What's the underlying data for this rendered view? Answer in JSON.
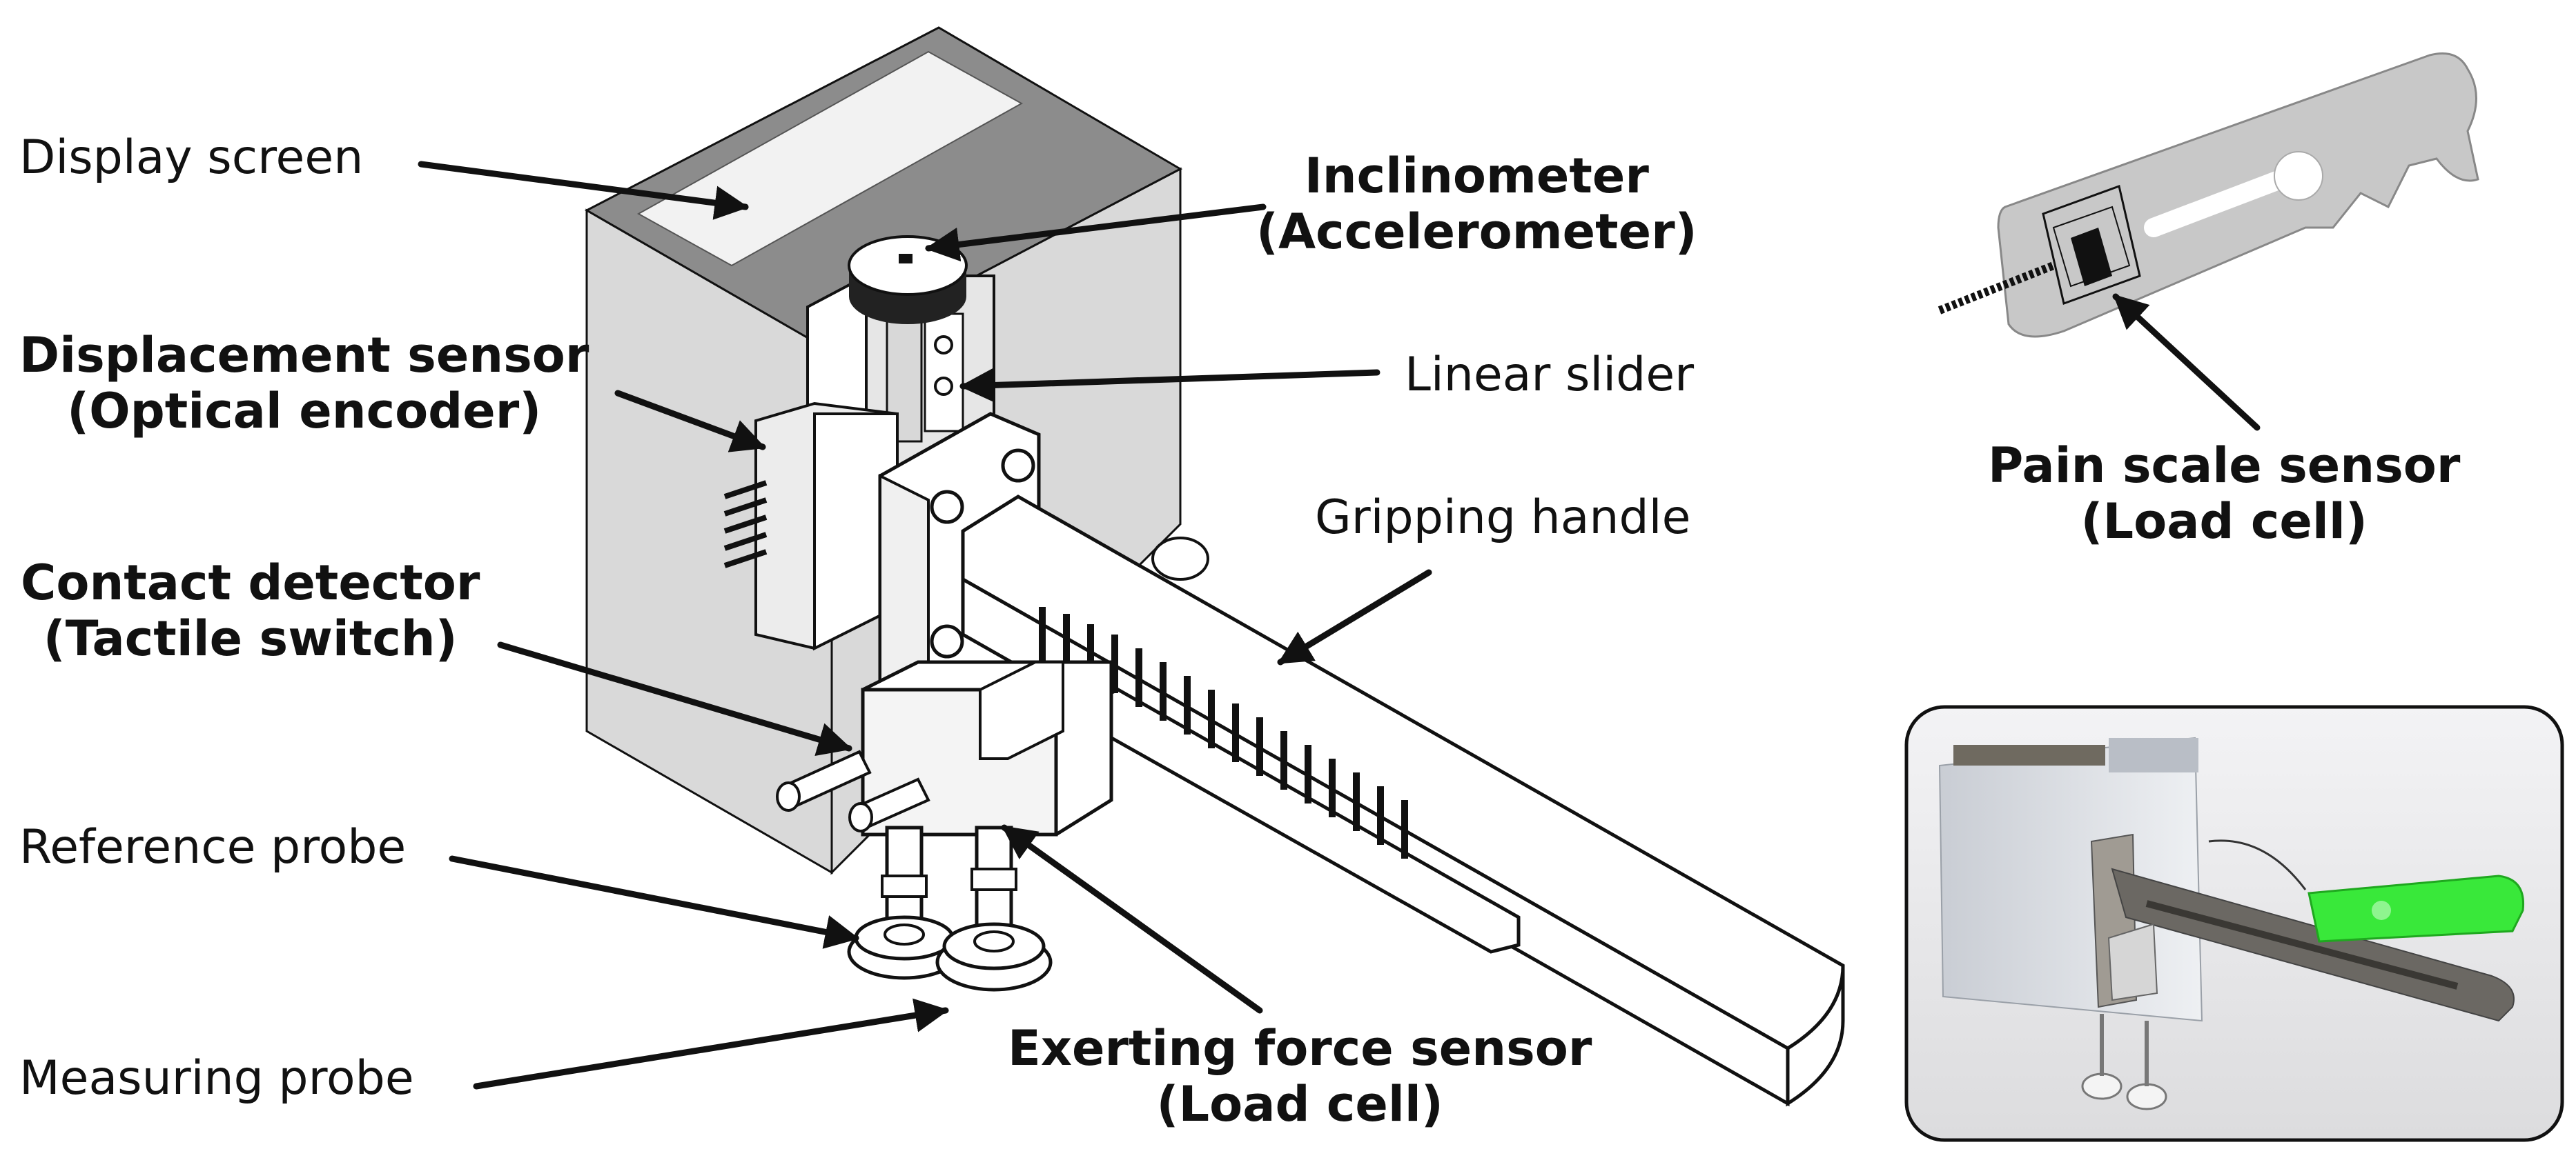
{
  "labels": {
    "display_screen": "Display screen",
    "inclinometer": [
      "Inclinometer",
      "(Accelerometer)"
    ],
    "displacement_sensor": [
      "Displacement sensor",
      "(Optical encoder)"
    ],
    "linear_slider": "Linear slider",
    "gripping_handle": "Gripping handle",
    "contact_detector": [
      "Contact detector",
      "(Tactile switch)"
    ],
    "reference_probe": "Reference probe",
    "measuring_probe": "Measuring probe",
    "exerting_force_sensor": [
      "Exerting force sensor",
      "(Load cell)"
    ],
    "pain_scale_sensor": [
      "Pain scale sensor",
      "(Load cell)"
    ]
  },
  "colors": {
    "outline": "#111111",
    "housing_top": "#8c8c8c",
    "housing_side": "#d9d9d9",
    "display_panel": "#f2f2f2",
    "handle_fill": "#ffffff",
    "pain_sensor_body": "#c8c8c8",
    "photo_background": "#e8e8ea",
    "photo_green_sensor": "#39e83a",
    "photo_grey_handle": "#6b6863"
  }
}
